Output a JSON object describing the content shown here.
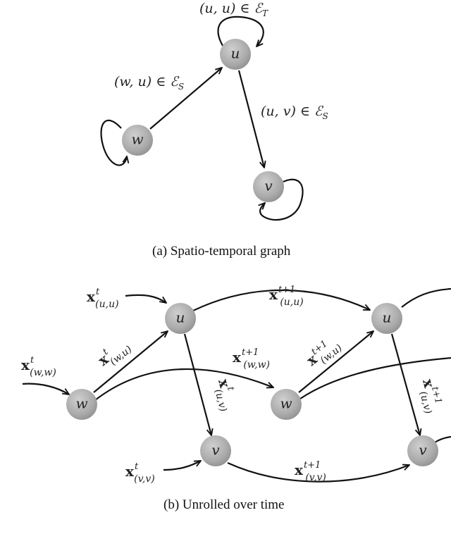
{
  "panel_a": {
    "caption": "(a) Spatio-temporal graph",
    "nodes": {
      "u": "u",
      "w": "w",
      "v": "v"
    },
    "edge_labels": {
      "uu": {
        "pair": "(u, u) ∈ ",
        "set": "ℰ",
        "sub": "T"
      },
      "wu": {
        "pair": "(w, u) ∈ ",
        "set": "ℰ",
        "sub": "S"
      },
      "uv": {
        "pair": "(u, v) ∈ ",
        "set": "ℰ",
        "sub": "S"
      }
    }
  },
  "panel_b": {
    "caption": "(b) Unrolled over time",
    "nodes": {
      "u1": "u",
      "w1": "w",
      "v1": "v",
      "u2": "u",
      "w2": "w",
      "v2": "v"
    },
    "feature_symbol": "x",
    "edge_labels": {
      "x_uu_t": {
        "sup": "t",
        "sub": "(u,u)"
      },
      "x_ww_t": {
        "sup": "t",
        "sub": "(w,w)"
      },
      "x_wu_t": {
        "sup": "t",
        "sub": "(w,u)"
      },
      "x_uv_t": {
        "sup": "t",
        "sub": "(u,v)"
      },
      "x_vv_t": {
        "sup": "t",
        "sub": "(v,v)"
      },
      "x_uu_t1": {
        "sup": "t+1",
        "sub": "(u,u)"
      },
      "x_ww_t1": {
        "sup": "t+1",
        "sub": "(w,w)"
      },
      "x_wu_t1": {
        "sup": "t+1",
        "sub": "(w,u)"
      },
      "x_uv_t1": {
        "sup": "t+1",
        "sub": "(u,v)"
      },
      "x_vv_t1": {
        "sup": "t+1",
        "sub": "(v,v)"
      }
    }
  }
}
